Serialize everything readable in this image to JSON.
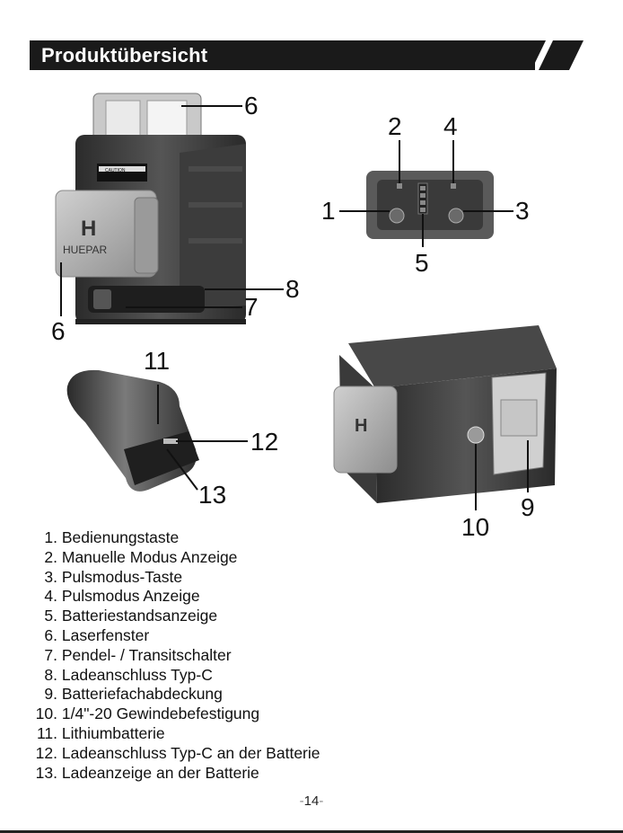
{
  "header": {
    "title": "Produktübersicht"
  },
  "figures": {
    "brand_logo_text": "HUEPAR",
    "warning_label_text": "CAUTION",
    "callouts": [
      "1",
      "2",
      "3",
      "4",
      "5",
      "6",
      "6",
      "7",
      "8",
      "9",
      "10",
      "11",
      "12",
      "13"
    ]
  },
  "parts": [
    {
      "num": "1.",
      "label": "Bedienungstaste"
    },
    {
      "num": "2.",
      "label": "Manuelle Modus Anzeige"
    },
    {
      "num": "3.",
      "label": "Pulsmodus-Taste"
    },
    {
      "num": "4.",
      "label": "Pulsmodus Anzeige"
    },
    {
      "num": "5.",
      "label": "Batteriestandsanzeige"
    },
    {
      "num": "6.",
      "label": "Laserfenster"
    },
    {
      "num": "7.",
      "label": "Pendel- / Transitschalter"
    },
    {
      "num": "8.",
      "label": "Ladeanschluss Typ-C"
    },
    {
      "num": "9.",
      "label": "Batteriefachabdeckung"
    },
    {
      "num": "10.",
      "label": "1/4\"-20 Gewindebefestigung"
    },
    {
      "num": "11.",
      "label": "Lithiumbatterie"
    },
    {
      "num": "12.",
      "label": "Ladeanschluss Typ-C an der Batterie"
    },
    {
      "num": "13.",
      "label": "Ladeanzeige an der Batterie"
    }
  ],
  "footer": {
    "page_number": "14",
    "dash": "-"
  }
}
